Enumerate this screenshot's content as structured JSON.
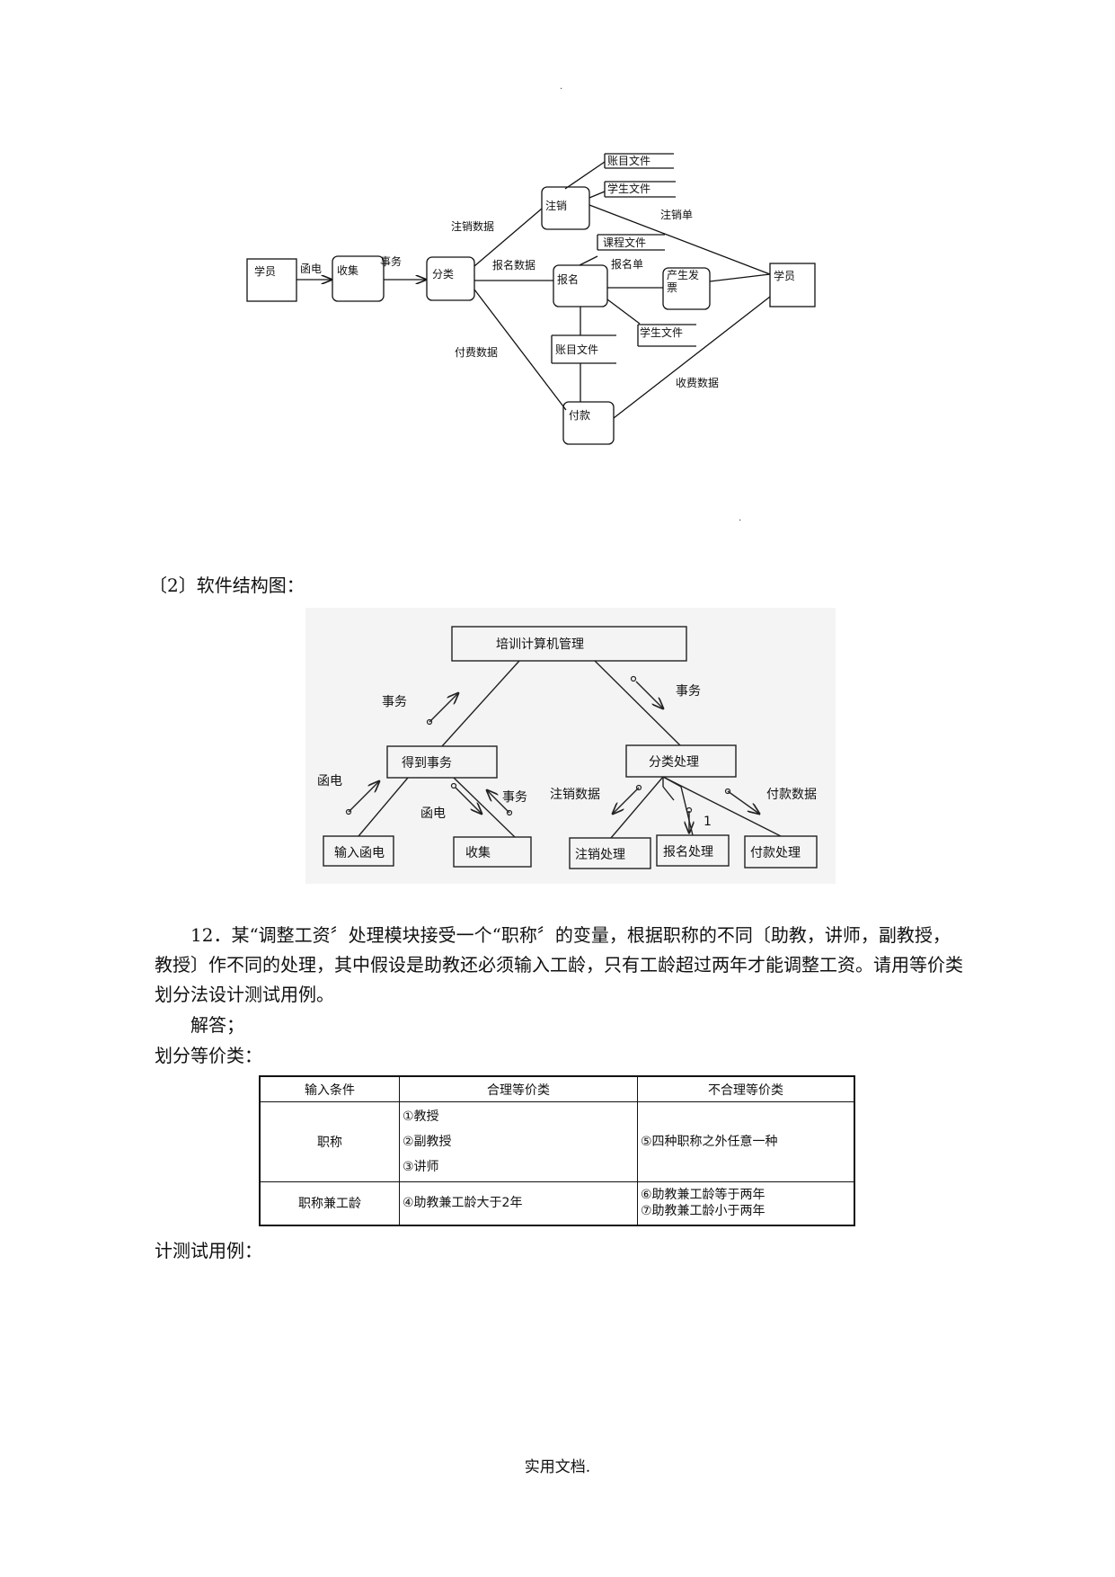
{
  "dfd": {
    "student_left": "学员",
    "letter": "函电",
    "collect": "收集",
    "transaction": "事务",
    "classify": "分类",
    "cancel_data": "注销数据",
    "register_data": "报名数据",
    "pay_data": "付费数据",
    "cancel": "注销",
    "account_file_top": "账目文件",
    "student_file_top": "学生文件",
    "cancel_slip": "注销单",
    "course_file": "课程文件",
    "register_slip": "报名单",
    "register": "报名",
    "invoice_line1": "产生发",
    "invoice_line2": "票",
    "student_right": "学员",
    "student_file_mid": "学生文件",
    "account_file_mid": "账目文件",
    "fee_data": "收费数据",
    "payment": "付款"
  },
  "section2_label": "〔2〕软件结构图：",
  "sc": {
    "root": "培训计算机管理",
    "transaction_left": "事务",
    "transaction_right": "事务",
    "get_transaction": "得到事务",
    "classify_process": "分类处理",
    "letter_left": "函电",
    "letter_mid": "函电",
    "transaction_mid": "事务",
    "cancel_data": "注销数据",
    "pay_data": "付款数据",
    "input_letter": "输入函电",
    "collect": "收集",
    "cancel_process": "注销处理",
    "register_process": "报名处理",
    "pay_process": "付款处理",
    "one": "1"
  },
  "para_12": "12．某“调整工资〞处理模块接受一个“职称〞的变量，根据职称的不同〔助教，讲师，副教授，教授〕作不同的处理，其中假设是助教还必须输入工龄，只有工龄超过两年才能调整工资。请用等价类划分法设计测试用例。",
  "answer_label": "解答；",
  "partition_label": "划分等价类：",
  "table": {
    "headers": [
      "输入条件",
      "合理等价类",
      "不合理等价类"
    ],
    "row1": {
      "cond": "职称",
      "valid": [
        "①教授",
        "②副教授",
        "③讲师"
      ],
      "invalid": [
        "⑤四种职称之外任意一种"
      ]
    },
    "row2": {
      "cond": "职称兼工龄",
      "valid": [
        "④助教兼工龄大于2年"
      ],
      "invalid": [
        "⑥助教兼工龄等于两年",
        "⑦助教兼工龄小于两年"
      ]
    }
  },
  "test_label": "计测试用例：",
  "footer": "实用文档."
}
